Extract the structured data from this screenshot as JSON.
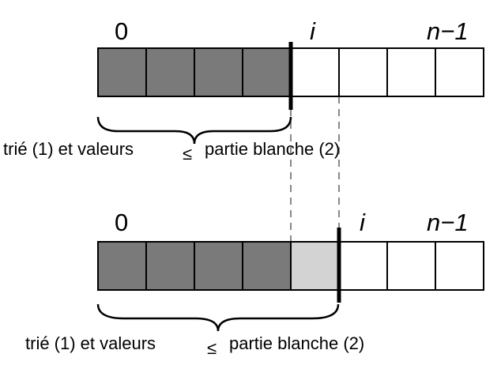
{
  "top": {
    "label_start": "0",
    "label_i": "i",
    "label_end": "n−1",
    "caption_left": "trié (1) et valeurs",
    "caption_op": "≤",
    "caption_right": "partie blanche (2)",
    "sorted_cells": 4,
    "total_cells": 8
  },
  "bottom": {
    "label_start": "0",
    "label_i": "i",
    "label_end": "n−1",
    "caption_left": "trié (1) et valeurs",
    "caption_op": "≤",
    "caption_right": "partie blanche (2)",
    "sorted_cells": 4,
    "highlighted_cells": 1,
    "total_cells": 8
  },
  "colors": {
    "sorted": "#7a7a7a",
    "highlight": "#d3d3d3",
    "unsorted": "#ffffff",
    "stroke": "#000000",
    "dashed": "#888888"
  }
}
